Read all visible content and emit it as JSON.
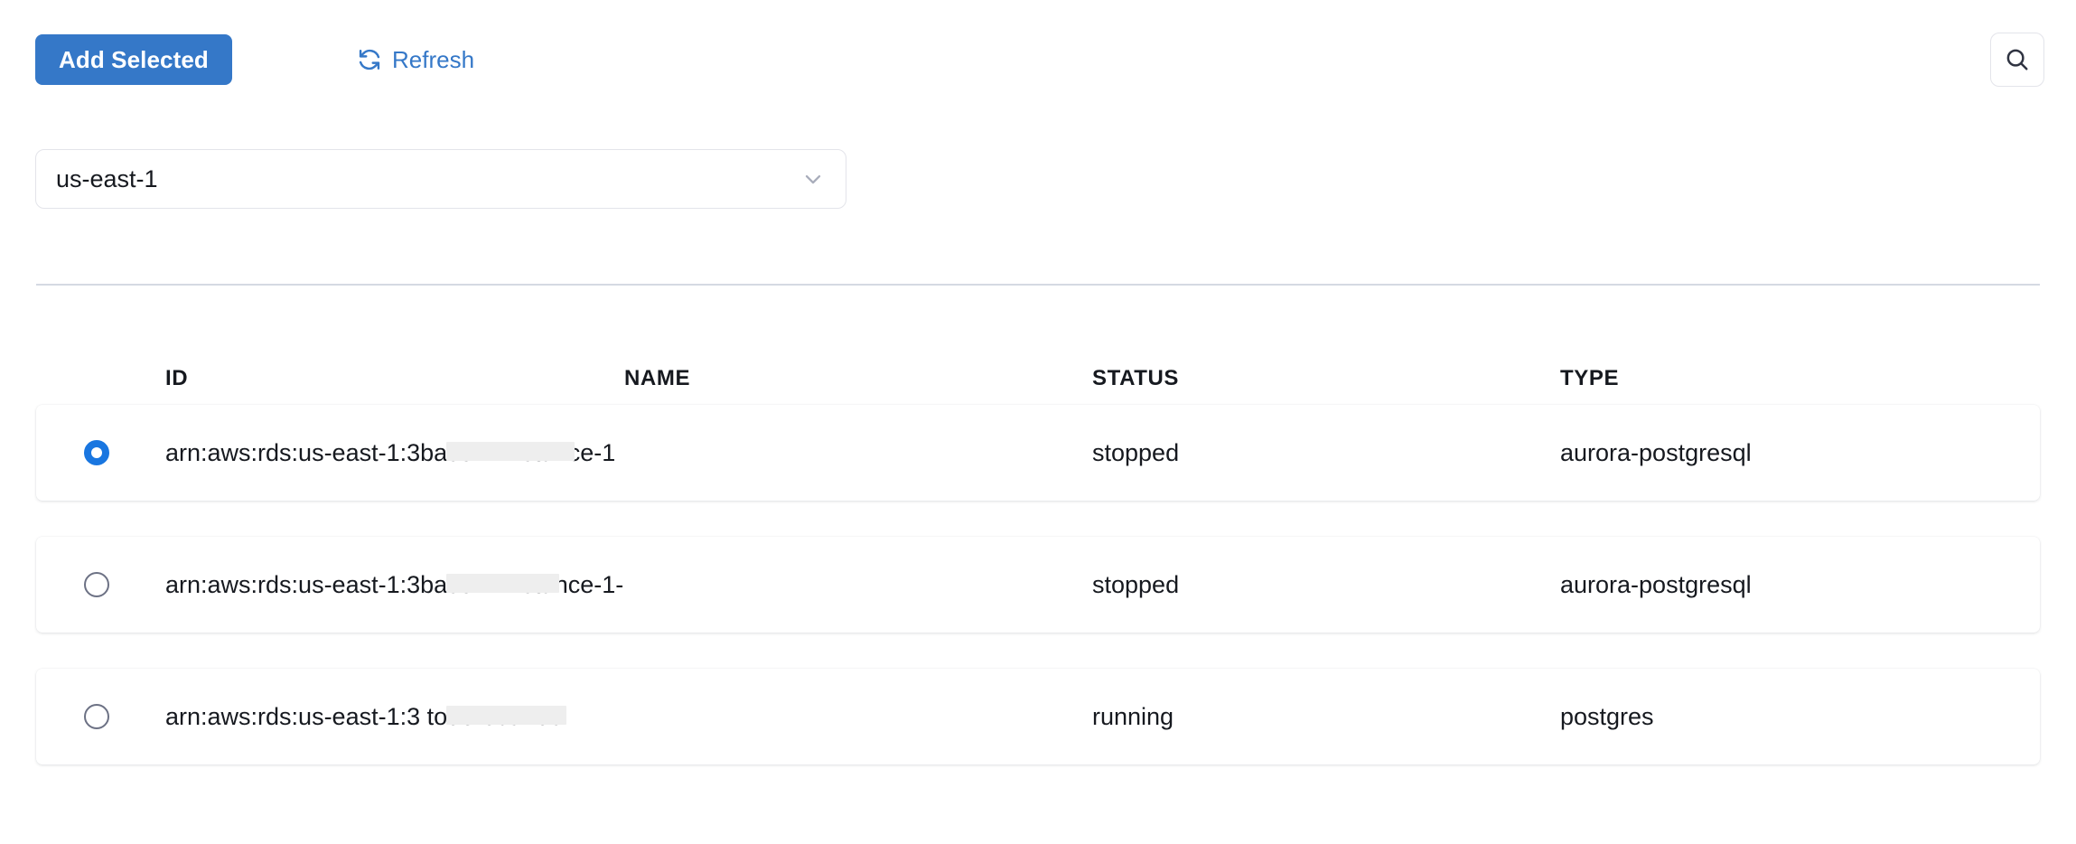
{
  "toolbar": {
    "add_selected_label": "Add Selected",
    "refresh_label": "Refresh",
    "refresh_icon": "refresh-icon",
    "search_icon": "search-icon",
    "primary_color": "#3578c8",
    "link_color": "#3578c8"
  },
  "region_select": {
    "value": "us-east-1",
    "chevron_icon": "chevron-down-icon",
    "options": [
      "us-east-1"
    ]
  },
  "table": {
    "columns": [
      {
        "key": "select",
        "label": ""
      },
      {
        "key": "id",
        "label": "ID"
      },
      {
        "key": "name",
        "label": "NAME"
      },
      {
        "key": "status",
        "label": "STATUS"
      },
      {
        "key": "type",
        "label": "TYPE"
      }
    ],
    "rows": [
      {
        "selected": true,
        "id_prefix": "arn:aws:rds:us-east-1:3",
        "id_redacted": true,
        "id_suffix": "base-1-instance-1",
        "status": "stopped",
        "type": "aurora-postgresql"
      },
      {
        "selected": false,
        "id_prefix": "arn:aws:rds:us-east-1:3",
        "id_redacted": true,
        "id_suffix": "base-1-instance-1-us-ea...",
        "status": "stopped",
        "type": "aurora-postgresql"
      },
      {
        "selected": false,
        "id_prefix": "arn:aws:rds:us-east-1:3",
        "id_redacted": true,
        "id_suffix": " todo-ecs-rds",
        "status": "running",
        "type": "postgres"
      }
    ]
  }
}
